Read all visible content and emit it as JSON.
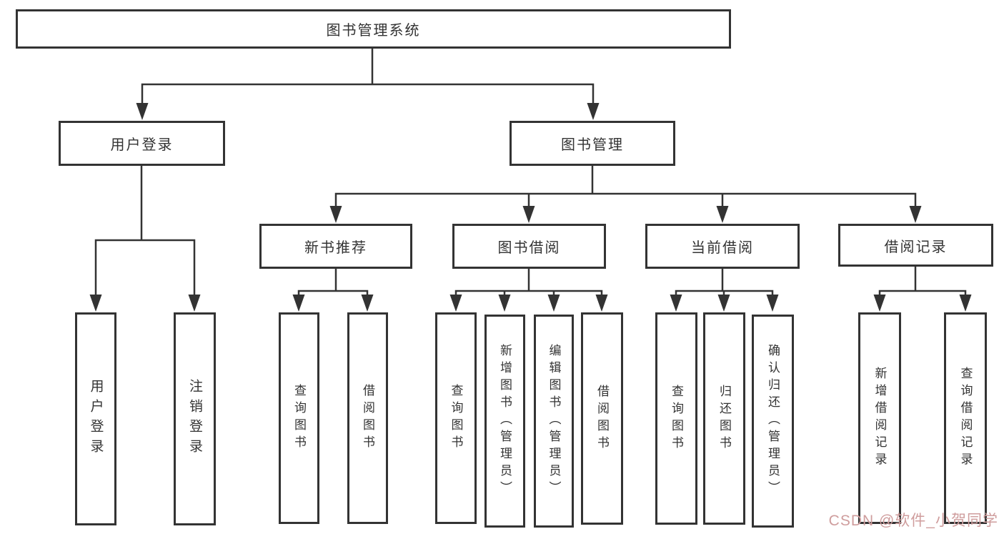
{
  "nodes": {
    "root": "图书管理系统",
    "user_login": "用户登录",
    "book_management": "图书管理",
    "new_book_recommend": "新书推荐",
    "book_borrowing": "图书借阅",
    "current_borrowing": "当前借阅",
    "borrowing_records": "借阅记录",
    "leaf_user_login": "用户登录",
    "leaf_logout_login": "注销登录",
    "leaf_query_books_recommend": "查询图书",
    "leaf_borrow_books_recommend": "借阅图书",
    "leaf_query_books_borrowing": "查询图书",
    "leaf_add_books_admin": "新增图书（管理员）",
    "leaf_edit_books_admin": "编辑图书（管理员）",
    "leaf_borrow_books_borrowing": "借阅图书",
    "leaf_query_books_current": "查询图书",
    "leaf_return_books": "归还图书",
    "leaf_confirm_return_admin": "确认归还（管理员）",
    "leaf_add_borrow_record": "新增借阅记录",
    "leaf_query_borrow_record": "查询借阅记录"
  },
  "watermark": {
    "text": "CSDN @软件_小贺同学",
    "color": "#cf9d9d"
  },
  "colors": {
    "line": "#333333",
    "box_border": "#333333",
    "text": "#333333",
    "background": "#ffffff"
  }
}
